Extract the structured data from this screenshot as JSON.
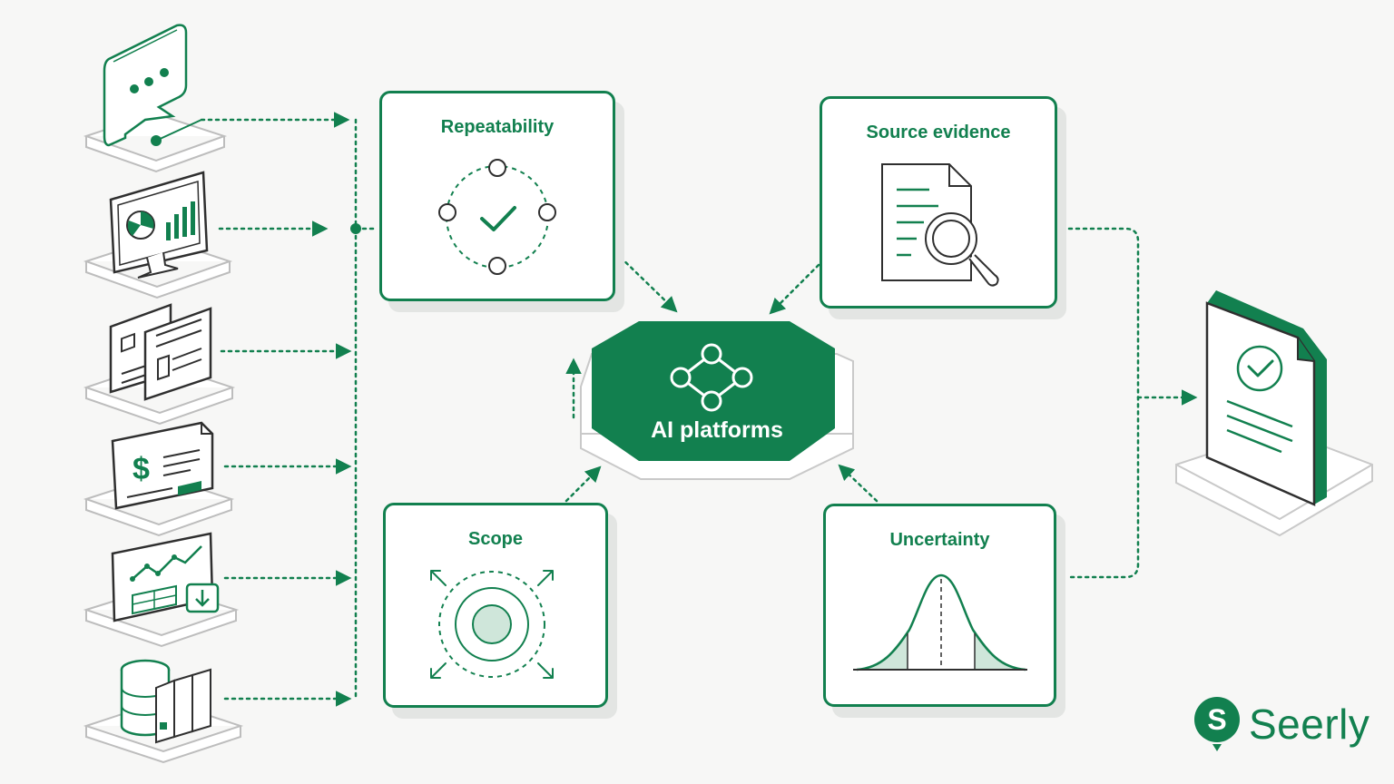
{
  "colors": {
    "accent": "#12804f",
    "accent_light": "#cfe6da",
    "background": "#f7f7f6",
    "ink": "#2f2f2f"
  },
  "sources": [
    {
      "icon": "chat-bubble-icon"
    },
    {
      "icon": "monitor-analytics-icon"
    },
    {
      "icon": "documents-icon"
    },
    {
      "icon": "invoice-icon"
    },
    {
      "icon": "trend-report-icon"
    },
    {
      "icon": "database-servers-icon"
    }
  ],
  "cards": {
    "repeatability": {
      "title": "Repeatability",
      "icon": "cycle-check-icon"
    },
    "source_evidence": {
      "title": "Source evidence",
      "icon": "document-search-icon"
    },
    "scope": {
      "title": "Scope",
      "icon": "target-expand-icon"
    },
    "uncertainty": {
      "title": "Uncertainty",
      "icon": "bell-curve-icon"
    }
  },
  "hub": {
    "label": "AI platforms",
    "icon": "network-nodes-icon"
  },
  "output": {
    "icon": "verified-document-icon"
  },
  "brand": {
    "name": "Seerly",
    "icon": "seerly-logo-icon"
  }
}
